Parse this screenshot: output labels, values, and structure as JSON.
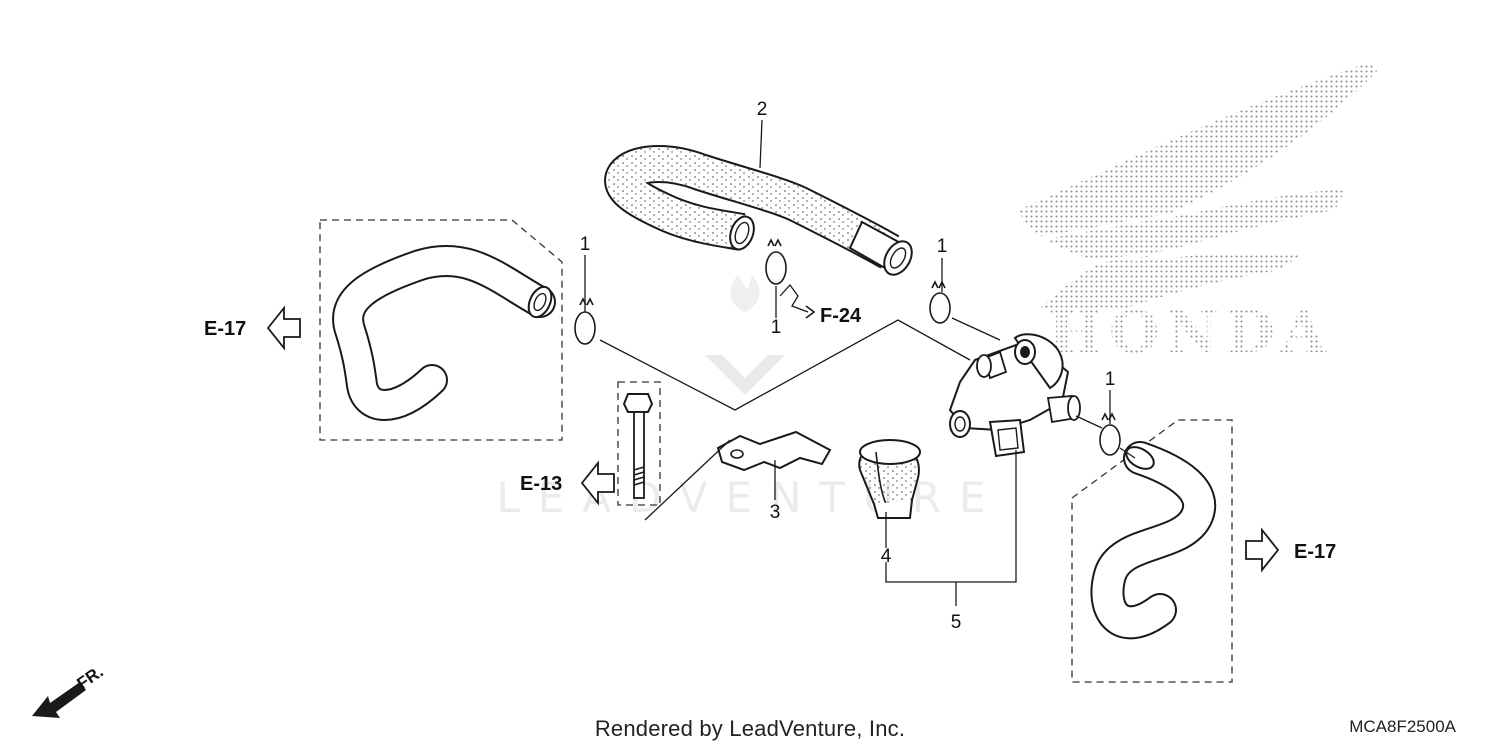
{
  "callouts": {
    "n1a": "1",
    "n1b": "1",
    "n1c": "1",
    "n1d": "1",
    "n2": "2",
    "n3": "3",
    "n4": "4",
    "n5": "5"
  },
  "references": {
    "e17_left": "E-17",
    "e13": "E-13",
    "e17_right": "E-17",
    "f24": "F-24"
  },
  "direction": {
    "front": "FR."
  },
  "brand": {
    "honda_word": "HONDA",
    "watermark": "LEADVENTURE"
  },
  "footer": {
    "rendered_by": "Rendered by LeadVenture, Inc.",
    "part_code": "MCA8F2500A"
  },
  "colors": {
    "ink": "#1a1a1a",
    "watermark": "#d9d9d9",
    "dots": "#8c8c8c"
  }
}
